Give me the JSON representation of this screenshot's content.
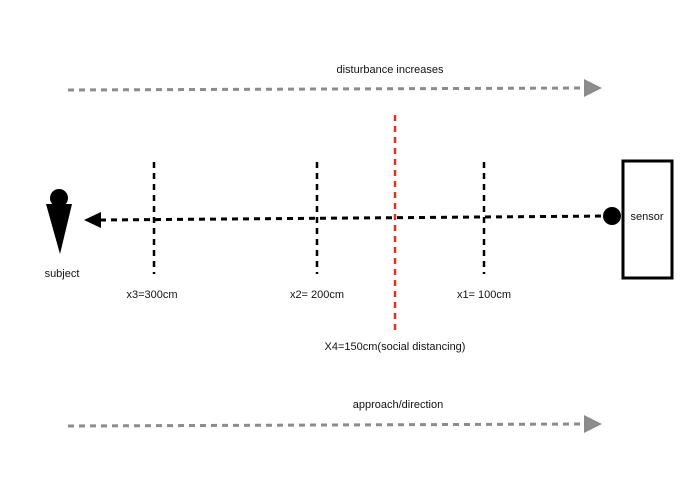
{
  "labels": {
    "disturbance": "disturbance increases",
    "approach": "approach/direction",
    "subject": "subject",
    "sensor": "sensor",
    "x3": "x3=300cm",
    "x2": "x2= 200cm",
    "x1": "x1= 100cm",
    "x4": "X4=150cm(social distancing)"
  },
  "colors": {
    "line": "#000000",
    "social_distancing_line": "#e0321e",
    "arrow_gray": "#8c8c8c"
  },
  "icons": {
    "subject": "person-icon",
    "sensor": "sensor-box"
  }
}
